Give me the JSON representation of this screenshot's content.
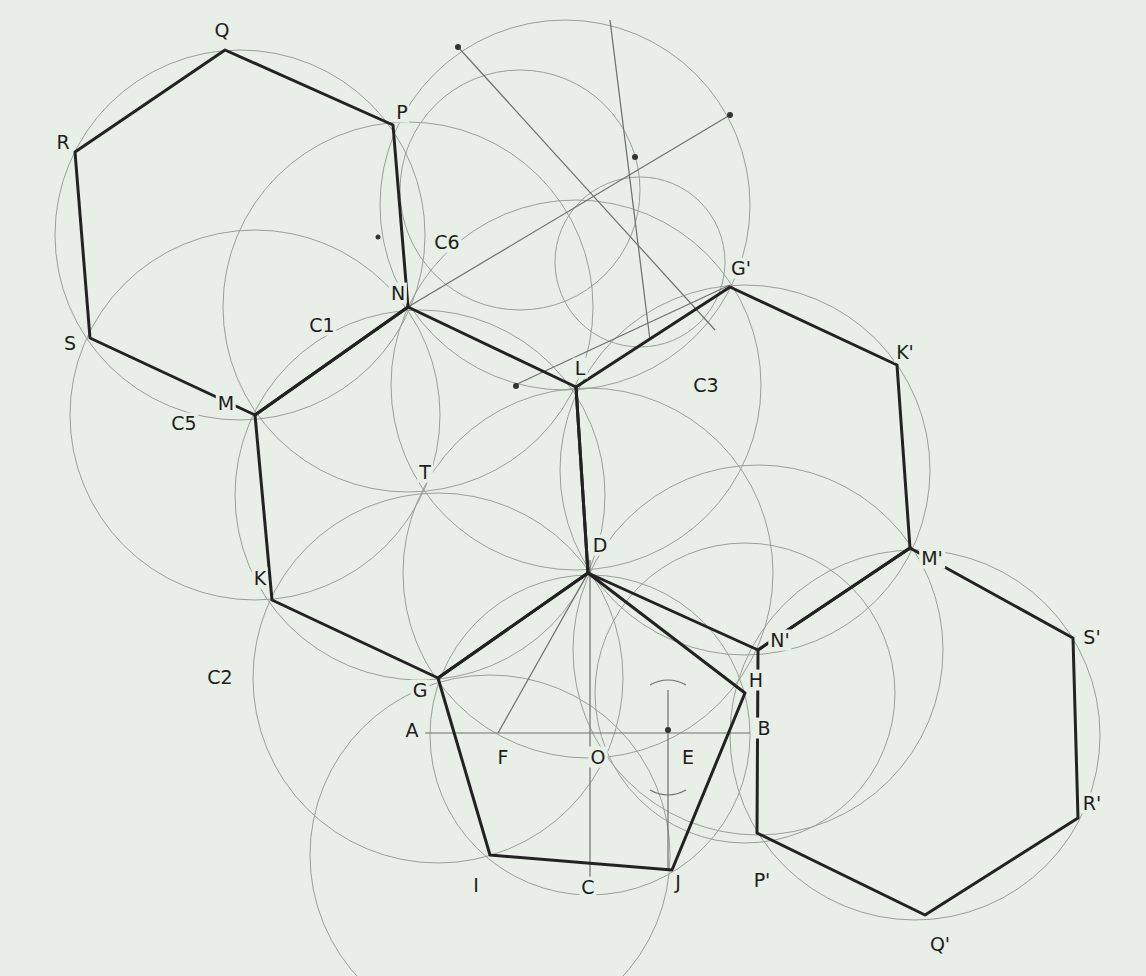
{
  "diagram": {
    "labels": [
      "Q",
      "P",
      "R",
      "C6",
      "S",
      "C1",
      "N",
      "G'",
      "L",
      "C3",
      "K'",
      "M",
      "C5",
      "T",
      "D",
      "M'",
      "K",
      "N'",
      "S'",
      "C2",
      "G",
      "H",
      "A",
      "B",
      "F",
      "O",
      "E",
      "R'",
      "I",
      "C",
      "J",
      "P'",
      "Q'"
    ]
  }
}
